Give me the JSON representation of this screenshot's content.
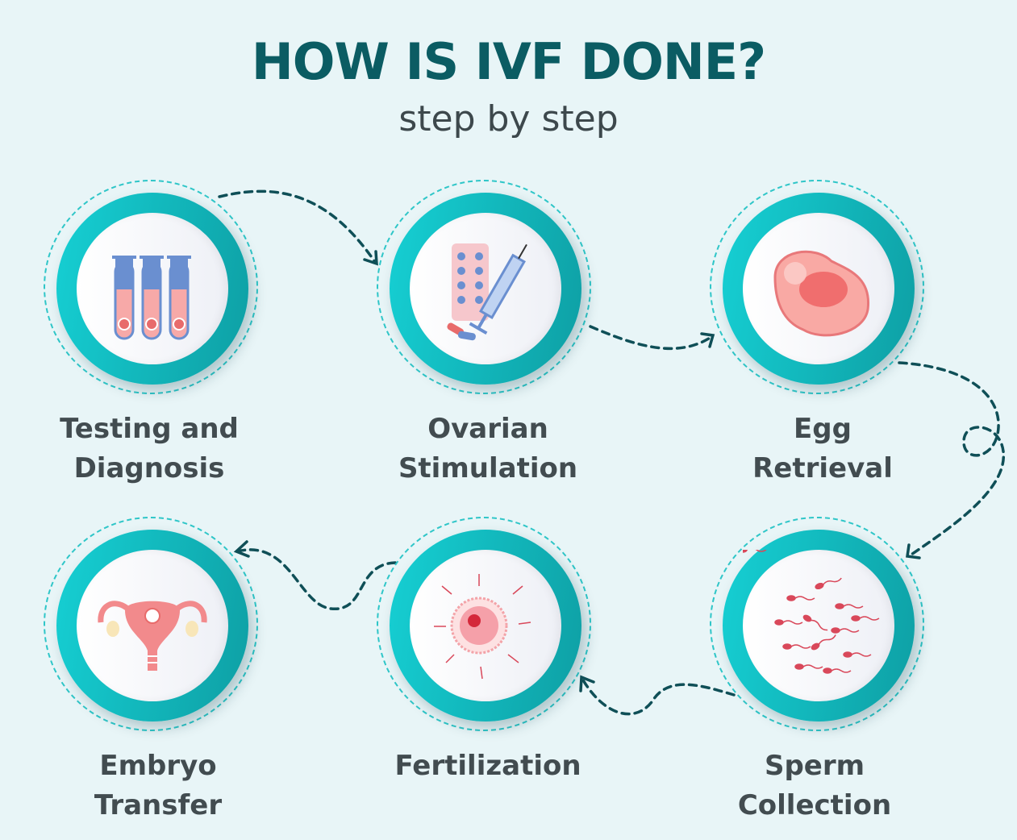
{
  "header": {
    "title": "HOW IS IVF DONE?",
    "subtitle": "step by step"
  },
  "steps": [
    {
      "line1": "Testing and",
      "line2": "Diagnosis",
      "icon": "test-tubes-icon"
    },
    {
      "line1": "Ovarian",
      "line2": "Stimulation",
      "icon": "pills-syringe-icon"
    },
    {
      "line1": "Egg",
      "line2": "Retrieval",
      "icon": "egg-cell-icon"
    },
    {
      "line1": "Sperm",
      "line2": "Collection",
      "icon": "sperm-icon"
    },
    {
      "line1": "Fertilization",
      "line2": "",
      "icon": "fertilization-icon"
    },
    {
      "line1": "Embryo",
      "line2": "Transfer",
      "icon": "uterus-icon"
    }
  ],
  "colors": {
    "title": "#0b5c63",
    "ring": "#12b8bd",
    "connector": "#0f4f57",
    "accent": "#f07a7a"
  }
}
